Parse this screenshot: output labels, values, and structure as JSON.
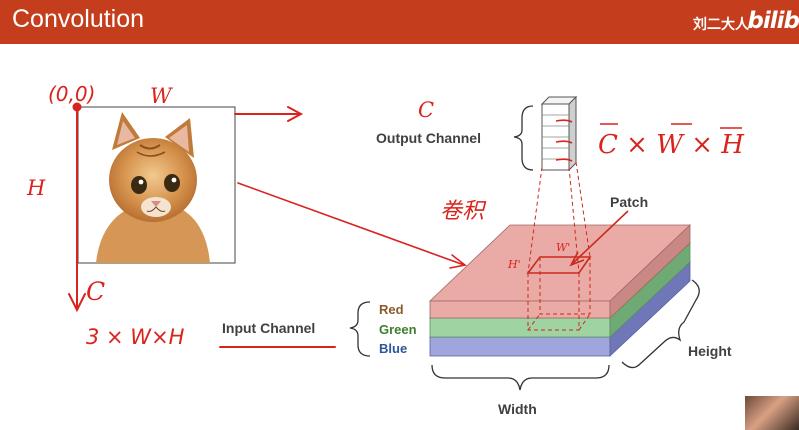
{
  "header": {
    "title": "Convolution",
    "uploader": "刘二大人",
    "logo_text": "bilib"
  },
  "diagram": {
    "output_channel_label": "Output Channel",
    "input_channel_label": "Input Channel",
    "patch_label": "Patch",
    "channels": [
      {
        "name": "Red",
        "color": "#8b5a2b"
      },
      {
        "name": "Green",
        "color": "#3d7f2e"
      },
      {
        "name": "Blue",
        "color": "#2e5597"
      }
    ],
    "width_label": "Width",
    "height_label": "Height"
  },
  "annotations": {
    "origin": "(0,0)",
    "w": "W",
    "h": "H",
    "c": "C",
    "input_shape": "3 × W×H",
    "output_c": "C",
    "output_shape": "C × W × H",
    "conv_note": "卷积",
    "patch_h": "H'",
    "patch_w": "W'"
  },
  "colors": {
    "accent": "#c43d1c",
    "ink": "#d9231c",
    "layer_red": "#eaaba6",
    "layer_green": "#9fd3a2",
    "layer_blue": "#9fa6de"
  }
}
